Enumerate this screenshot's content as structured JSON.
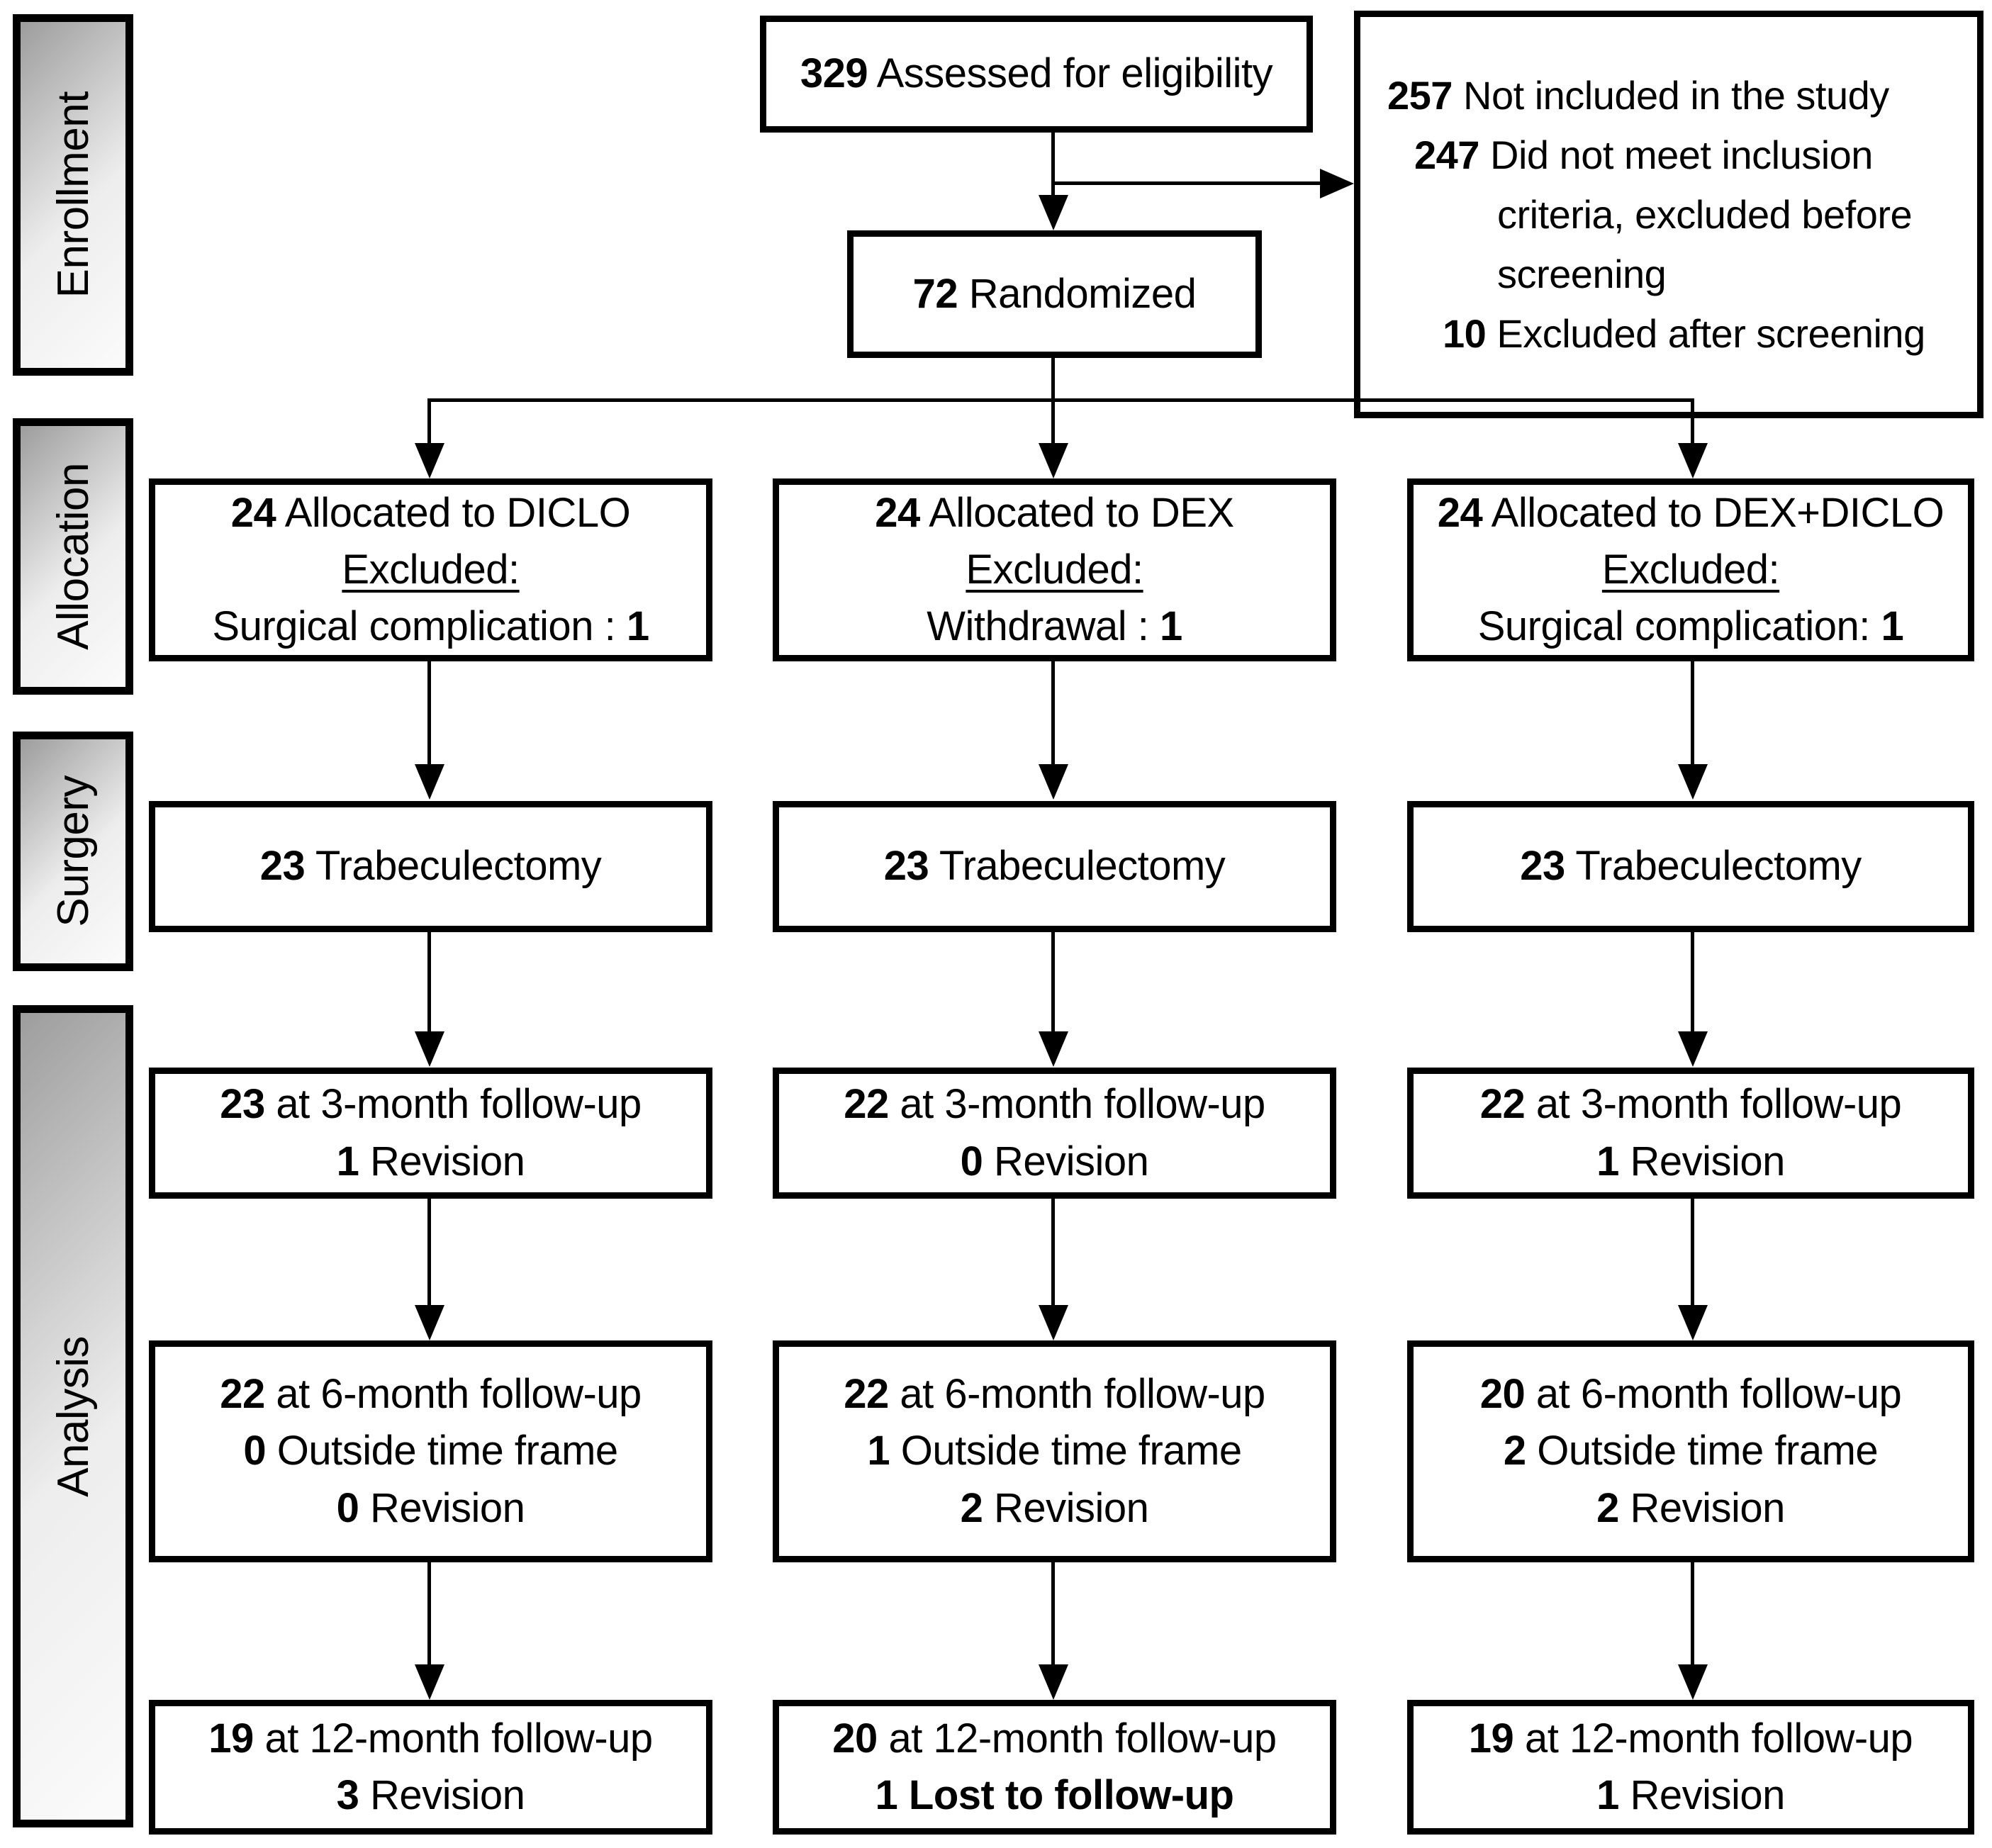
{
  "stages": {
    "enrollment": "Enrollment",
    "allocation": "Allocation",
    "surgery": "Surgery",
    "analysis": "Analysis"
  },
  "enrollment": {
    "assessed": {
      "n": "329",
      "label": "Assessed for eligibility"
    },
    "randomized": {
      "n": "72",
      "label": "Randomized"
    },
    "not_included": {
      "line1_n": "257",
      "line1_text": "Not included in the study",
      "line2_n": "247",
      "line2_text": "Did not meet inclusion",
      "line3_text": "criteria, excluded before",
      "line4_text": "screening",
      "line5_n": "10",
      "line5_text": "Excluded after screening"
    }
  },
  "columns": [
    {
      "group": "DICLO",
      "allocation": {
        "n": "24",
        "label": "Allocated to DICLO",
        "excluded_heading": "Excluded:",
        "reason": "Surgical complication :",
        "reason_n": "1"
      },
      "surgery": {
        "n": "23",
        "label": "Trabeculectomy"
      },
      "m3": {
        "line1_n": "23",
        "line1_text": "at 3-month follow-up",
        "line2_n": "1",
        "line2_text": "Revision"
      },
      "m6": {
        "line1_n": "22",
        "line1_text": "at 6-month follow-up",
        "line2_n": "0",
        "line2_text": "Outside time frame",
        "line3_n": "0",
        "line3_text": "Revision"
      },
      "m12": {
        "line1_n": "19",
        "line1_text": "at 12-month follow-up",
        "line2_n": "3",
        "line2_text": "Revision"
      }
    },
    {
      "group": "DEX",
      "allocation": {
        "n": "24",
        "label": "Allocated to DEX",
        "excluded_heading": "Excluded:",
        "reason": "Withdrawal :",
        "reason_n": "1"
      },
      "surgery": {
        "n": "23",
        "label": "Trabeculectomy"
      },
      "m3": {
        "line1_n": "22",
        "line1_text": "at 3-month follow-up",
        "line2_n": "0",
        "line2_text": "Revision"
      },
      "m6": {
        "line1_n": "22",
        "line1_text": "at 6-month follow-up",
        "line2_n": "1",
        "line2_text": "Outside time frame",
        "line3_n": "2",
        "line3_text": "Revision"
      },
      "m12": {
        "line1_n": "20",
        "line1_text": "at 12-month follow-up",
        "line2_n": "1",
        "line2_text": "Lost to follow-up"
      }
    },
    {
      "group": "DEX+DICLO",
      "allocation": {
        "n": "24",
        "label": "Allocated to DEX+DICLO",
        "excluded_heading": "Excluded:",
        "reason": "Surgical complication:",
        "reason_n": "1"
      },
      "surgery": {
        "n": "23",
        "label": "Trabeculectomy"
      },
      "m3": {
        "line1_n": "22",
        "line1_text": "at 3-month follow-up",
        "line2_n": "1",
        "line2_text": "Revision"
      },
      "m6": {
        "line1_n": "20",
        "line1_text": "at 6-month follow-up",
        "line2_n": "2",
        "line2_text": "Outside time frame",
        "line3_n": "2",
        "line3_text": "Revision"
      },
      "m12": {
        "line1_n": "19",
        "line1_text": "at 12-month follow-up",
        "line2_n": "1",
        "line2_text": "Revision"
      }
    }
  ]
}
